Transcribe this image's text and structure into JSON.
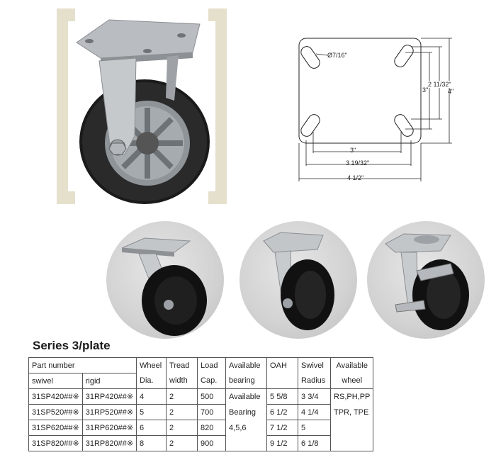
{
  "drawing": {
    "hole_dia": "Ø7/16\"",
    "dim_hole_spacing_w": "3\"",
    "dim_slot_span_w": "3 19/32\"",
    "dim_plate_w": "4 1/2\"",
    "dim_hole_spacing_h": "3\"",
    "dim_slot_span_h": "2 11/32\"",
    "dim_plate_h": "4\""
  },
  "series_title": "Series 3/plate",
  "table": {
    "headers": {
      "part_number": "Part number",
      "swivel": "swivel",
      "rigid": "rigid",
      "wheel_1": "Wheel",
      "wheel_2": "Dia.",
      "tread_1": "Tread",
      "tread_2": "width",
      "load_1": "Load",
      "load_2": "Cap.",
      "bearing_1": "Available",
      "bearing_2": "bearing",
      "oah": "OAH",
      "radius_1": "Swivel",
      "radius_2": "Radius",
      "avwheel_1": "Available",
      "avwheel_2": "wheel"
    },
    "rows": [
      {
        "swivel": "31SP420##※",
        "rigid": "31RP420##※",
        "dia": "4",
        "tread": "2",
        "load": "500",
        "bearing": "Available",
        "oah": "5 5/8",
        "radius": "3 3/4",
        "wheel": "RS,PH,PP"
      },
      {
        "swivel": "31SP520##※",
        "rigid": "31RP520##※",
        "dia": "5",
        "tread": "2",
        "load": "700",
        "bearing": "Bearing",
        "oah": "6 1/2",
        "radius": "4 1/4",
        "wheel": "TPR, TPE"
      },
      {
        "swivel": "31SP620##※",
        "rigid": "31RP620##※",
        "dia": "6",
        "tread": "2",
        "load": "820",
        "bearing": "4,5,6",
        "oah": "7 1/2",
        "radius": "5",
        "wheel": ""
      },
      {
        "swivel": "31SP820##※",
        "rigid": "31RP820##※",
        "dia": "8",
        "tread": "2",
        "load": "900",
        "bearing": "",
        "oah": "9 1/2",
        "radius": "6 1/8",
        "wheel": ""
      }
    ]
  }
}
